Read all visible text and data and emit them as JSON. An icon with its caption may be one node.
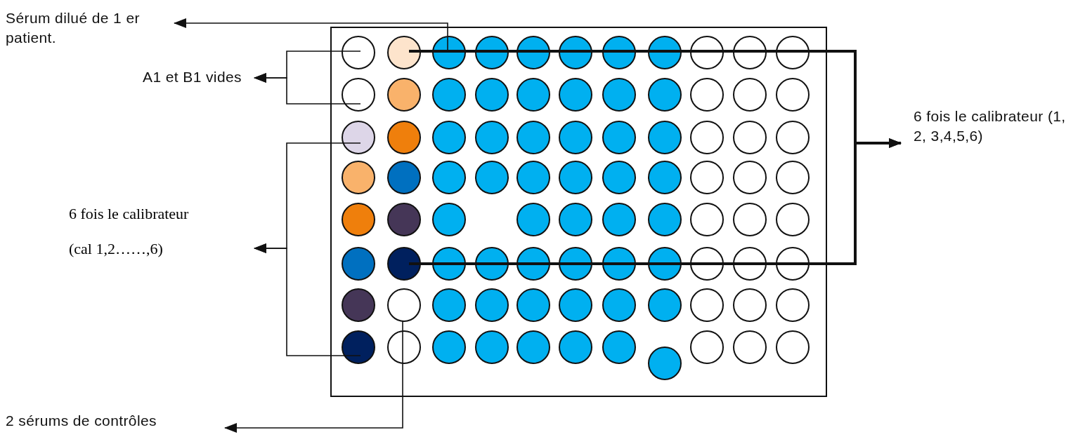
{
  "diagram": {
    "nodes": [
      {
        "text": [
          "Sérum dilué de 1 er patient."
        ]
      },
      {
        "text": [
          "A1 et B1 vides"
        ]
      },
      {
        "text": [],
        "shape": "box"
      },
      {
        "text": [],
        "shape": "circle",
        "in": 2
      },
      {
        "text": [],
        "shape": "circle",
        "in": 2
      },
      {
        "text": [],
        "shape": "circle",
        "in": 2
      },
      {
        "text": [],
        "shape": "circle",
        "in": 2
      },
      {
        "text": [],
        "shape": "circle",
        "in": 2
      },
      {
        "text": [],
        "shape": "circle",
        "in": 2
      },
      {
        "text": [],
        "shape": "circle",
        "in": 2
      },
      {
        "text": [],
        "shape": "circle",
        "in": 2
      },
      {
        "text": [],
        "shape": "circle",
        "in": 2
      },
      {
        "text": [],
        "shape": "circle",
        "in": 2
      },
      {
        "text": [],
        "shape": "circle",
        "in": 2
      },
      {
        "text": [],
        "shape": "circle",
        "in": 2
      },
      {
        "text": [],
        "shape": "circle",
        "in": 2
      },
      {
        "text": [],
        "shape": "circle",
        "in": 2
      },
      {
        "text": [],
        "shape": "circle",
        "in": 2
      },
      {
        "text": [],
        "shape": "circle",
        "in": 2
      },
      {
        "text": [],
        "shape": "circle",
        "in": 2
      },
      {
        "text": [],
        "shape": "circle",
        "in": 2
      },
      {
        "text": [],
        "shape": "circle",
        "in": 2
      },
      {
        "text": [],
        "shape": "circle",
        "in": 2
      },
      {
        "text": [],
        "shape": "circle",
        "in": 2
      },
      {
        "text": [],
        "shape": "circle",
        "in": 2
      },
      {
        "text": [],
        "shape": "circle",
        "in": 2
      },
      {
        "text": [],
        "shape": "circle",
        "in": 2
      },
      {
        "text": [],
        "shape": "circle",
        "in": 2
      },
      {
        "text": [],
        "shape": "circle",
        "in": 2
      },
      {
        "text": [],
        "shape": "circle",
        "in": 2
      },
      {
        "text": [],
        "shape": "circle",
        "in": 2
      },
      {
        "text": [],
        "shape": "circle",
        "in": 2
      },
      {
        "text": [],
        "shape": "circle",
        "in": 2
      },
      {
        "text": [],
        "shape": "circle",
        "in": 2
      },
      {
        "text": [],
        "shape": "circle",
        "in": 2
      },
      {
        "text": [],
        "shape": "circle",
        "in": 2
      },
      {
        "text": [],
        "shape": "circle",
        "in": 2
      },
      {
        "text": [],
        "shape": "circle",
        "in": 2
      },
      {
        "text": [],
        "shape": "circle",
        "in": 2
      },
      {
        "text": [],
        "shape": "circle",
        "in": 2
      },
      {
        "text": [],
        "shape": "circle",
        "in": 2
      },
      {
        "text": [],
        "shape": "circle",
        "in": 2
      },
      {
        "text": [],
        "shape": "circle",
        "in": 2
      },
      {
        "text": [],
        "shape": "circle",
        "in": 2
      },
      {
        "text": [],
        "shape": "circle",
        "in": 2
      },
      {
        "text": [],
        "shape": "circle",
        "in": 2
      },
      {
        "text": [],
        "shape": "circle",
        "in": 2
      },
      {
        "text": [],
        "shape": "circle",
        "in": 2
      },
      {
        "text": [],
        "shape": "circle",
        "in": 2
      },
      {
        "text": [],
        "shape": "circle",
        "in": 2
      },
      {
        "text": [],
        "shape": "circle",
        "in": 2
      },
      {
        "text": [],
        "shape": "circle",
        "in": 2
      },
      {
        "text": [],
        "shape": "circle",
        "in": 2
      },
      {
        "text": [],
        "shape": "circle",
        "in": 2
      },
      {
        "text": [],
        "shape": "circle",
        "in": 2
      },
      {
        "text": [],
        "shape": "circle",
        "in": 2
      },
      {
        "text": [],
        "shape": "circle",
        "in": 2
      },
      {
        "text": [],
        "shape": "circle",
        "in": 2
      },
      {
        "text": [],
        "shape": "circle",
        "in": 2
      },
      {
        "text": [],
        "shape": "circle",
        "in": 2
      },
      {
        "text": [],
        "shape": "circle",
        "in": 2
      },
      {
        "text": [],
        "shape": "circle",
        "in": 2
      },
      {
        "text": [],
        "shape": "circle",
        "in": 2
      },
      {
        "text": [],
        "shape": "circle",
        "in": 2
      },
      {
        "text": [],
        "shape": "circle",
        "in": 2
      },
      {
        "text": [],
        "shape": "circle",
        "in": 2
      },
      {
        "text": [],
        "shape": "circle",
        "in": 2
      },
      {
        "text": [],
        "shape": "circle",
        "in": 2
      },
      {
        "text": [],
        "shape": "circle",
        "in": 2
      },
      {
        "text": [],
        "shape": "circle",
        "in": 2
      },
      {
        "text": [],
        "shape": "circle",
        "in": 2
      },
      {
        "text": [],
        "shape": "circle",
        "in": 2
      },
      {
        "text": [],
        "shape": "circle",
        "in": 2
      },
      {
        "text": [],
        "shape": "circle",
        "in": 2
      },
      {
        "text": [],
        "shape": "circle",
        "in": 2
      },
      {
        "text": [],
        "shape": "circle",
        "in": 2
      },
      {
        "text": [],
        "shape": "circle",
        "in": 2
      },
      {
        "text": [],
        "shape": "circle",
        "in": 2
      },
      {
        "text": [],
        "shape": "circle",
        "in": 2
      },
      {
        "text": [],
        "shape": "circle",
        "in": 2
      },
      {
        "text": [],
        "shape": "circle",
        "in": 2
      },
      {
        "text": [],
        "shape": "circle",
        "in": 2
      },
      {
        "text": [],
        "shape": "circle",
        "in": 2
      },
      {
        "text": [],
        "shape": "circle",
        "in": 2
      },
      {
        "text": [],
        "shape": "circle",
        "in": 2
      },
      {
        "text": [],
        "shape": "circle",
        "in": 2
      },
      {
        "text": [],
        "shape": "circle",
        "in": 2
      },
      {
        "text": [],
        "shape": "circle",
        "in": 2
      },
      {
        "text": [],
        "shape": "circle",
        "in": 2
      },
      {
        "text": [],
        "shape": "circle",
        "in": 2
      },
      {
        "text": [
          "6 fois le calibrateur (1, 2, 3,4,5,6)"
        ]
      },
      {
        "text": [
          "6 fois le calibrateur",
          "(cal 1,2……,6)"
        ]
      },
      {
        "text": [
          "2 sérums de contrôles"
        ]
      }
    ],
    "edges": [
      {
        "from": 5,
        "to": 0,
        "arrow": "to"
      },
      {
        "from": 3,
        "to": 1,
        "arrow": "to"
      },
      {
        "from": 14,
        "to": 1,
        "arrow": "to"
      },
      {
        "from": 4,
        "to": 90,
        "arrow": "to",
        "style": "thick"
      },
      {
        "from": 58,
        "to": 90,
        "arrow": "to",
        "style": "thick"
      },
      {
        "from": 25,
        "to": 91,
        "arrow": "to"
      },
      {
        "from": 79,
        "to": 91,
        "arrow": "to"
      },
      {
        "from": 69,
        "to": 92,
        "arrow": "to"
      }
    ]
  }
}
